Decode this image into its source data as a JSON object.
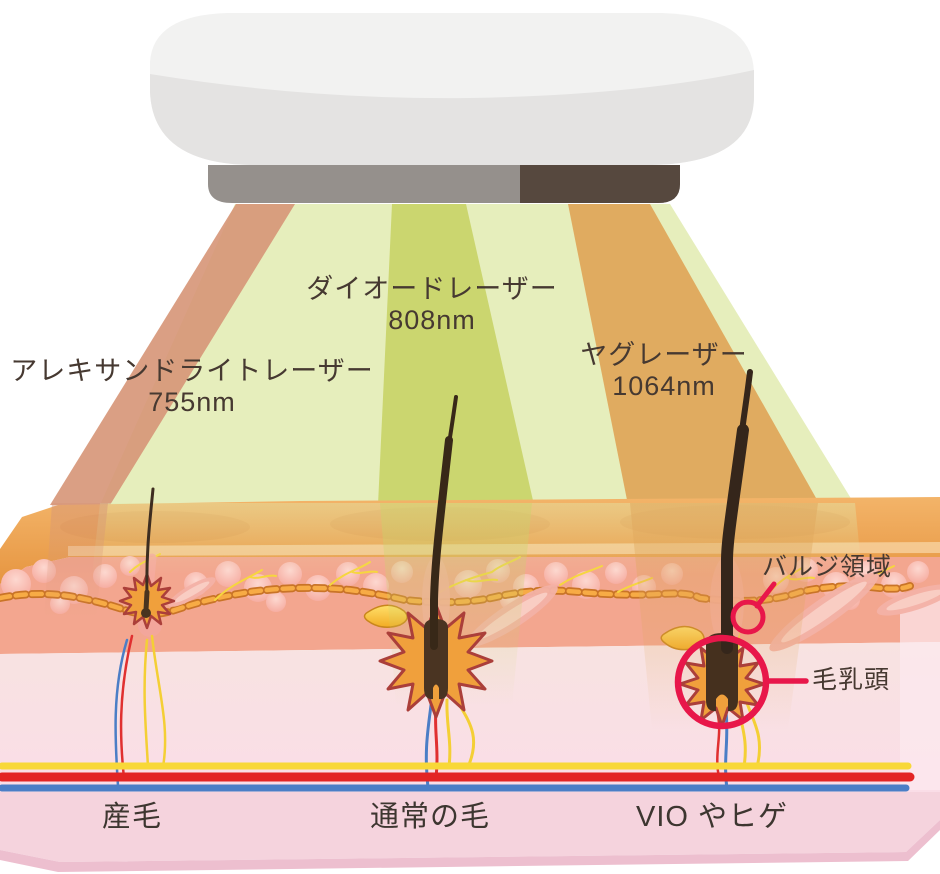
{
  "lasers": [
    {
      "label": "アレキサンドライトレーザー",
      "wavelength": "755nm"
    },
    {
      "label": "ダイオードレーザー",
      "wavelength": "808nm"
    },
    {
      "label": "ヤグレーザー",
      "wavelength": "1064nm"
    }
  ],
  "skin_annotations": {
    "bulge_label": "バルジ領域",
    "papilla_label": "毛乳頭"
  },
  "hair_types": [
    {
      "label": "産毛"
    },
    {
      "label": "通常の毛"
    },
    {
      "label": "VIO やヒゲ"
    }
  ],
  "colors": {
    "beam_755": "#d69577",
    "beam_808": "#c9d46a",
    "beam_1064": "#dfa65b",
    "beam_fan": "#e5edba",
    "annotation_red": "#e8174a",
    "vessel_yellow": "#f8d838",
    "vessel_red": "#e32424",
    "vessel_blue": "#4b7ec6",
    "epidermis_orange": "#eda24d",
    "dermis_salmon": "#f3a68f",
    "dermis_pink": "#f9e0e5",
    "starburst_orange": "#f0a03c",
    "text_brown": "#463931"
  }
}
